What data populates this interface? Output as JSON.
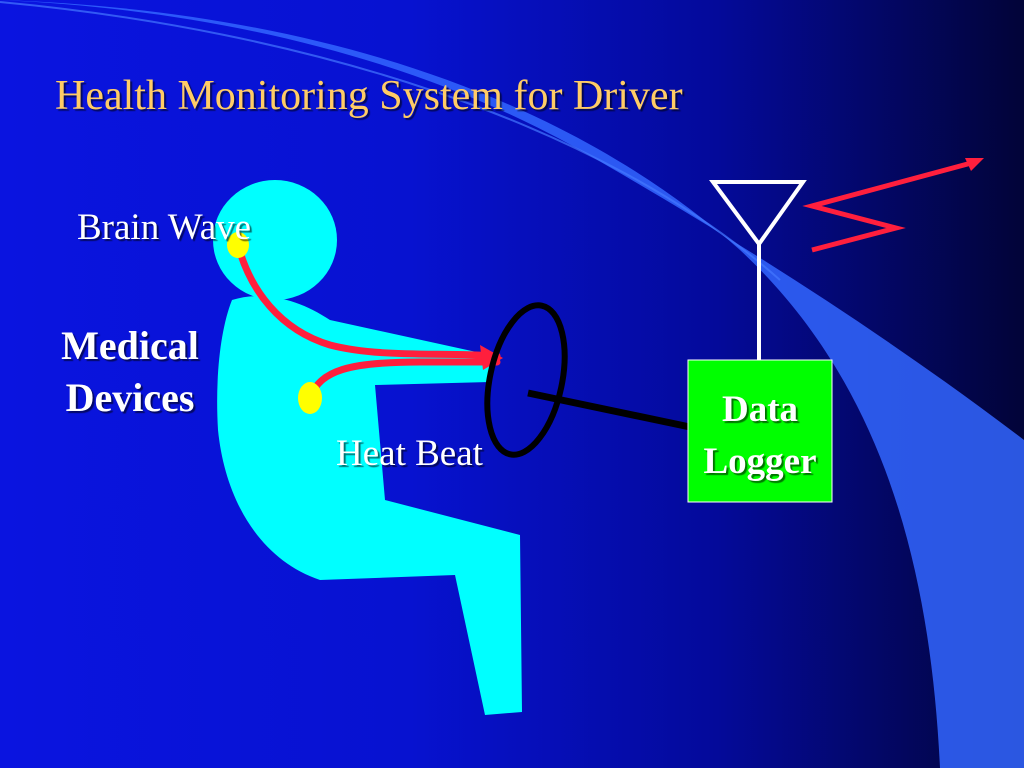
{
  "slide": {
    "title": "Health Monitoring System for Driver"
  },
  "labels": {
    "brain_wave": "Brain Wave",
    "heart_beat": "Heat Beat",
    "medical_devices_line1": "Medical",
    "medical_devices_line2": "Devices",
    "data_logger_line1": "Data",
    "data_logger_line2": "Logger"
  },
  "colors": {
    "background": "#0a14e0",
    "title": "#ffcc66",
    "driver_body": "#00ffff",
    "sensor": "#ffff00",
    "signal_wire": "#ff1f3d",
    "data_logger": "#00ff00",
    "steering_wheel": "#000000",
    "antenna": "#ffffff",
    "swoosh": "#3366ff"
  },
  "icons": {
    "driver": "driver-silhouette-icon",
    "steering_wheel": "steering-wheel-icon",
    "antenna": "antenna-icon",
    "wireless_signal": "wireless-signal-icon"
  }
}
